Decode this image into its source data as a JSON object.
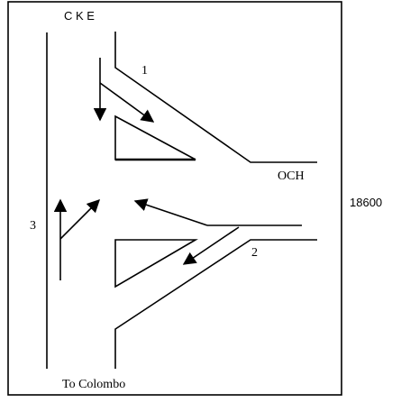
{
  "labels": {
    "top": "C K E",
    "east": "OCH",
    "south": "To Colombo",
    "outside_value": "18600"
  },
  "movements": [
    {
      "id": "1",
      "label": "1"
    },
    {
      "id": "2",
      "label": "2"
    },
    {
      "id": "3",
      "label": "3"
    }
  ],
  "colors": {
    "line": "#000000",
    "background": "#ffffff"
  }
}
